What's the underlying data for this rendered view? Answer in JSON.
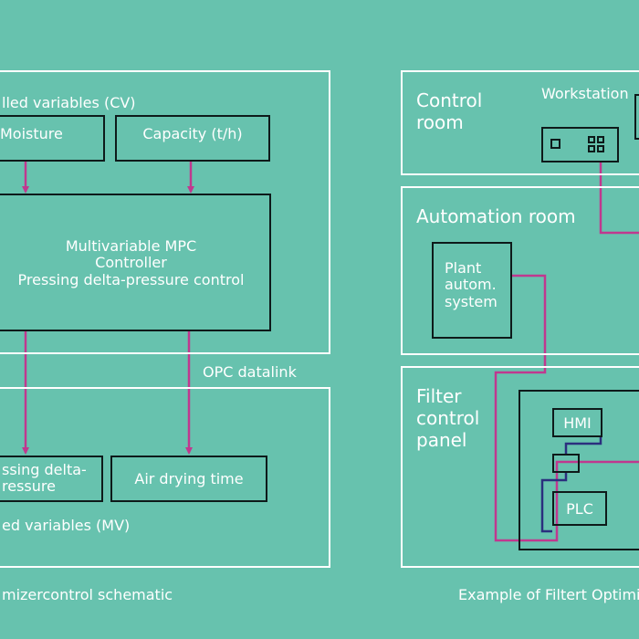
{
  "left": {
    "cv_label": "lled variables (CV)",
    "moisture": "Moisture",
    "capacity": "Capacity (t/h)",
    "controller_lines": [
      "Multivariable MPC",
      "Controller",
      "Pressing delta-pressure control"
    ],
    "opc_label": "OPC datalink",
    "pressing_lines": [
      "ssing delta-",
      "ressure"
    ],
    "air_drying": "Air drying time",
    "mv_label": "ed variables (MV)",
    "caption": "mizercontrol schematic"
  },
  "right": {
    "control_room": [
      "Control",
      "room"
    ],
    "workstation": "Workstation",
    "automation_room": "Automation room",
    "plant": [
      "Plant",
      "autom.",
      "system"
    ],
    "filter_panel": [
      "Filter",
      "control",
      "panel"
    ],
    "hmi": "HMI",
    "plc": "PLC",
    "caption": "Example of Filtert Optimiz"
  },
  "colors": {
    "background": "#67c2ae",
    "arrow": "#c0388f",
    "cable_magenta": "#c0388f",
    "cable_navy": "#2b2f7e",
    "line_white": "#ffffff",
    "line_dark": "#0e1a1a"
  }
}
